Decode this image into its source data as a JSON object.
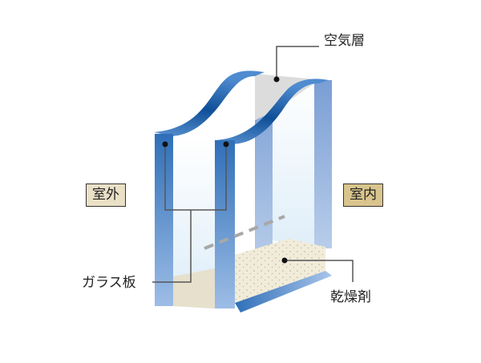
{
  "labels": {
    "air_layer": "空気層",
    "outdoor": "室外",
    "indoor": "室内",
    "glass_pane": "ガラス板",
    "desiccant": "乾燥剤"
  },
  "colors": {
    "glass_edge_dark": "#2f6fb8",
    "glass_edge_light": "#8fb0dc",
    "glass_face": "#e8f3fb",
    "air_gap_top": "#d9d9d9",
    "desiccant": "#efe9d6",
    "outdoor_tag_bg": "#e9e0c6",
    "indoor_tag_bg": "#d8c48c",
    "leader_line": "#555555"
  },
  "diagram": {
    "title": "Double-glazed window cross-section",
    "components": [
      "glass pane (outer)",
      "glass pane (inner)",
      "air layer",
      "desiccant spacer"
    ]
  }
}
